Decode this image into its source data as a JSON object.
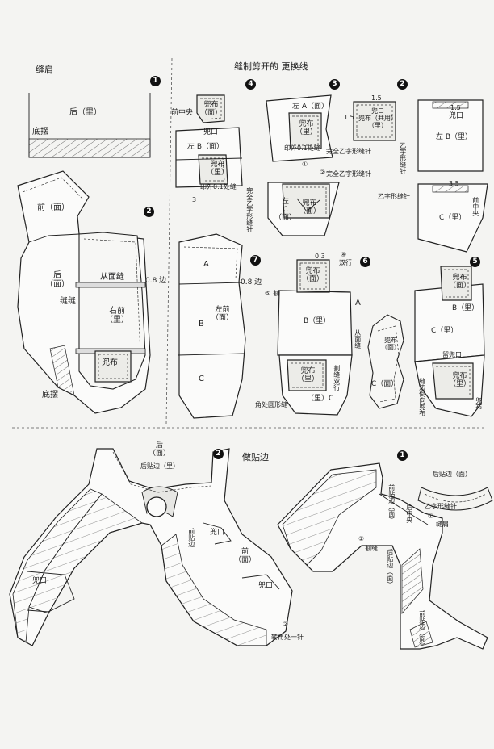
{
  "headings": {
    "sew_shoulder": "缝肩",
    "swap_line": "缝制剪开的 更换线",
    "facing": "做贴边"
  },
  "steps": [
    "1",
    "2",
    "3",
    "4",
    "5",
    "6",
    "7"
  ],
  "labels": {
    "back_lining": "后（里）",
    "hem": "底摆",
    "front_face": "前（面）",
    "back_face": "后\n（面）",
    "from_face_seam": "从面缝",
    "edge_08": "0.8 边",
    "seam": "缝缝",
    "right_front_lining": "右前\n（里）",
    "pocket_cloth": "兜布",
    "hem_bottom": "底摆",
    "front_center": "前中央",
    "pocket_cloth_face": "兜布\n（面）",
    "pocket_mouth": "兜口",
    "left_b_face": "左 B（面）",
    "pocket_cloth_lining": "兜布\n（里）",
    "outer_01": "印外0.1处缝",
    "full_zigzag": "完全乙字形缝针",
    "left_a_face": "左 A（面）",
    "left_c_face": "左\nC\n（面）",
    "pocket_shared": "兜口\n兜布（共用）\n（里）",
    "zigzag_stitch": "乙字形缝针",
    "left_b_lining": "左 B（里）",
    "c_lining": "C（里）",
    "front_center_v": "前中央",
    "dim_15a": "1.5",
    "dim_15b": "1.5",
    "dim_15c": "1.5",
    "dim_35": "3.5",
    "a_letter": "A",
    "b_letter": "B",
    "c_letter": "C",
    "left_front_face": "左前\n（面）",
    "edge_08b": "0.8 边",
    "double_line": "双行",
    "cut": "割",
    "dim_03": "0.3",
    "b_lining": "B（里）",
    "from_face_seam_v": "从面缝",
    "cut_double": "割缝双行",
    "c_lining_small": "（里）C",
    "corner_curve": "角处圆形缝",
    "c_face_small": "C（面）",
    "b_lining_r": "B（里）",
    "c_lining_r": "C（里）",
    "leave_pocket": "留兜口",
    "seam_edge_side": "缝边倒向兜布",
    "pocket_face_r": "兜布\n（面）",
    "pocket_lining_r": "兜布\n（里）",
    "back_face_bottom": "后\n（面）",
    "back_facing_lining": "后贴边（里）",
    "front_facing": "前贴边",
    "front_face_bottom": "前\n（面）",
    "pocket_mouth_bottom": "兜口",
    "pocket_mouth_bottom2": "兜口",
    "turn_corner": "转角处一针",
    "back_facing_face": "后贴边（面）",
    "zigzag_seam": "乙字形缝针",
    "seam_shoulder": "缝肩",
    "back_center": "后中央",
    "front_facing_face": "前贴边（面）",
    "cut_seam": "割缝",
    "back_facing_face_v": "后贴边（面）",
    "front_facing_face2": "前贴边（面）",
    "circle_1": "①",
    "circle_2": "②",
    "circle_3": "③",
    "circle_4": "④",
    "circle_5": "⑤",
    "three": "3"
  }
}
